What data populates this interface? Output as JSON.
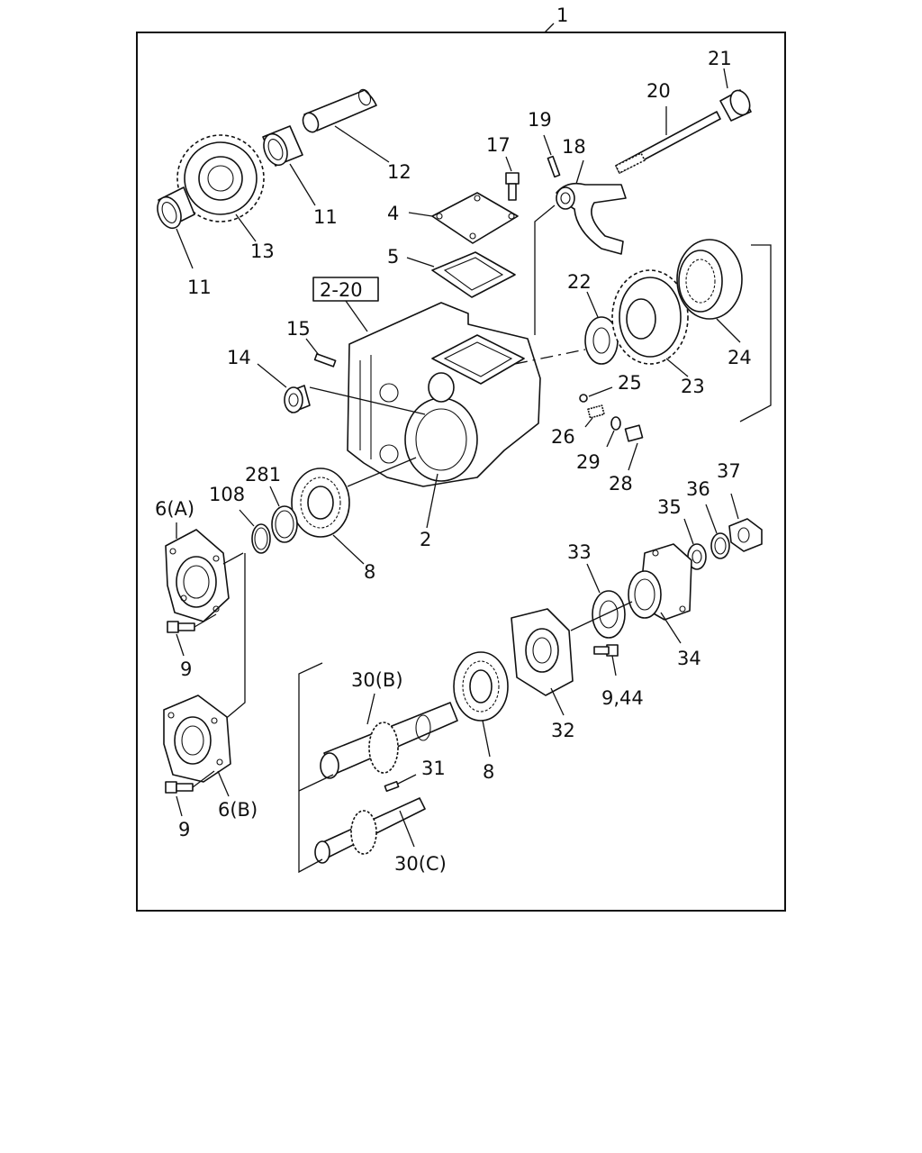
{
  "callouts": {
    "c1": "1",
    "c2": "2",
    "c4": "4",
    "c5": "5",
    "c6a": "6(A)",
    "c6b": "6(B)",
    "c8a": "8",
    "c8b": "8",
    "c9a": "9",
    "c9b": "9",
    "c944": "9,44",
    "c11a": "11",
    "c11b": "11",
    "c12": "12",
    "c13": "13",
    "c14": "14",
    "c15": "15",
    "c17": "17",
    "c18": "18",
    "c19": "19",
    "c20": "20",
    "c21": "21",
    "c22": "22",
    "c23": "23",
    "c24": "24",
    "c25": "25",
    "c26": "26",
    "c28": "28",
    "c29": "29",
    "c30b": "30(B)",
    "c30c": "30(C)",
    "c31": "31",
    "c32": "32",
    "c33": "33",
    "c34": "34",
    "c35": "35",
    "c36": "36",
    "c37": "37",
    "c108": "108",
    "c281": "281"
  },
  "reference_box": "2-20"
}
